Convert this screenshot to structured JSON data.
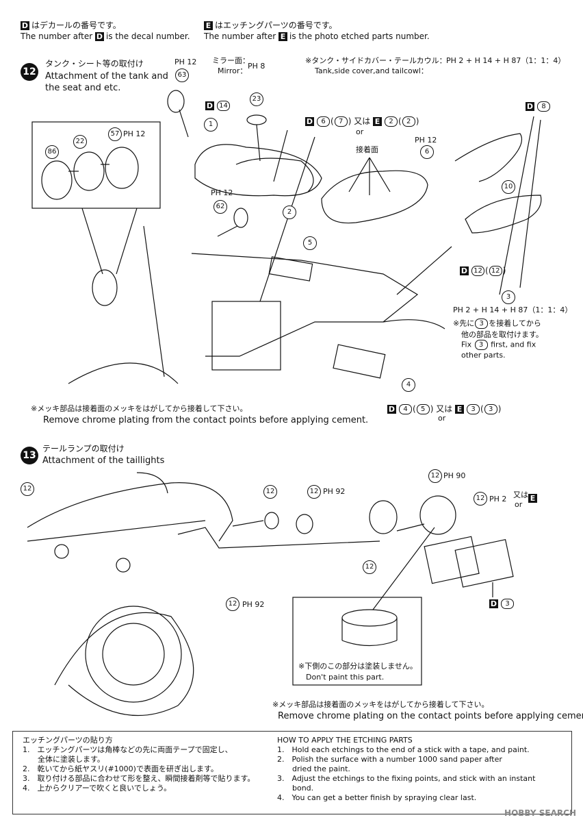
{
  "legend": {
    "decal_jp": "はデカールの番号です。",
    "decal_en": "The number after",
    "decal_en2": "is the decal number.",
    "etch_jp": "はエッチングパーツの番号です。",
    "etch_en": "The number after",
    "etch_en2": "is the photo etched parts number.",
    "d_letter": "D",
    "e_letter": "E"
  },
  "step12": {
    "num": "12",
    "title_jp": "タンク・シート等の取付け",
    "title_en1": "Attachment of the tank and",
    "title_en2": "the seat and etc.",
    "mirror_jp": "ミラー面：",
    "mirror_en": "Mirror：",
    "mirror_code": "PH 8",
    "ph12": "PH 12",
    "paint_note_jp": "※タンク・サイドカバー・テールカウル：",
    "paint_note_code": "PH 2 + H 14 + H 87（1：1：4）",
    "paint_note_en": "Tank,side cover,and tailcowl：",
    "contact_jp": "接着面",
    "d6_or": "又は",
    "or": "or",
    "paint2": "PH 2 + H 14 + H 87（1：1：4）",
    "fix_jp1": "※先に",
    "fix_jp2": "を接着してから",
    "fix_jp3": "他の部品を取付けます。",
    "fix_en1": "Fix",
    "fix_en2": "first, and fix",
    "fix_en3": "other parts.",
    "chrome_jp": "※メッキ部品は接着面のメッキをはがしてから接着して下さい。",
    "chrome_en": "Remove chrome plating from the contact points before applying cement.",
    "parts": [
      "63",
      "1",
      "14",
      "23",
      "57",
      "86",
      "22",
      "62",
      "2",
      "6",
      "5",
      "8",
      "10",
      "12",
      "3",
      "4",
      "7"
    ]
  },
  "step13": {
    "num": "13",
    "title_jp": "テールランプの取付け",
    "title_en": "Attachment of the taillights",
    "ph90": "PH 90",
    "ph92": "PH 92",
    "ph2": "PH 2",
    "dont_paint_jp": "※下側のこの部分は塗装しません。",
    "dont_paint_en": "Don't paint this part.",
    "chrome_jp": "※メッキ部品は接着面のメッキをはがしてから接着して下さい。",
    "chrome_en": "Remove chrome plating on the contact points before applying cement."
  },
  "etching": {
    "title_jp": "エッチングパーツの貼り方",
    "jp": [
      "1.　エッチングパーツは角棒などの先に両面テープで固定し、",
      "　　全体に塗装します。",
      "2.　乾いてから紙ヤスリ(#1000)で表面を研ぎ出します。",
      "3.　取り付ける部品に合わせて形を整え、瞬間接着剤等で貼ります。",
      "4.　上からクリアーで吹くと良いでしょう。"
    ],
    "title_en": "HOW TO APPLY THE ETCHING PARTS",
    "en": [
      "1.　Hold each etchings to the end of a stick with a tape, and paint.",
      "2.　Polish the surface with a number 1000 sand paper after",
      "　　dried the paint.",
      "3.　Adjust the etchings to the fixing points, and stick with an instant",
      "　　bond.",
      "4.　You can get a better finish by spraying clear last."
    ]
  },
  "watermark": "HOBBY SEARCH"
}
